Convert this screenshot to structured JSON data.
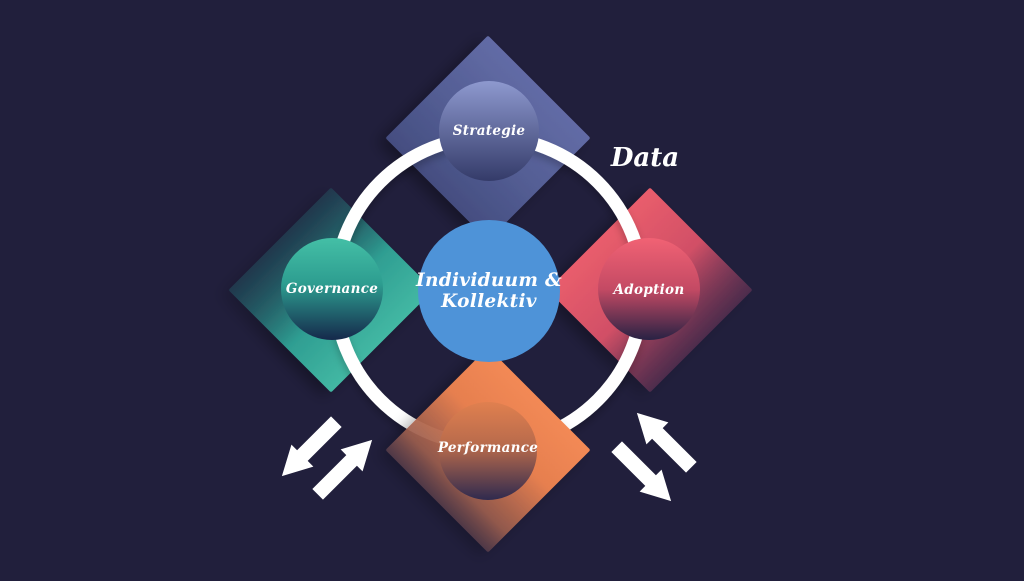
{
  "slide": {
    "background_color": "#211f3c",
    "ring_color": "#ffffff",
    "annotation": {
      "text": "Data",
      "color": "#ffffff"
    },
    "center_node": {
      "line1": "Individuum &",
      "line2": "Kollektiv",
      "color": "#4e93d8",
      "text_color": "#ffffff"
    },
    "nodes": [
      {
        "id": "strategie",
        "label": "Strategie",
        "diamond_color": "#5f69a1",
        "circle_top_color": "#8e99cf",
        "circle_bottom_color": "#343b69"
      },
      {
        "id": "governance",
        "label": "Governance",
        "diamond_color": "#4cc4ab",
        "circle_top_color": "#44bfa6",
        "circle_bottom_color": "#15294b"
      },
      {
        "id": "adoption",
        "label": "Adoption",
        "diamond_color": "#f2636f",
        "circle_top_color": "#f16274",
        "circle_bottom_color": "#282244"
      },
      {
        "id": "performance",
        "label": "Performance",
        "diamond_color": "#f98d57",
        "circle_top_color": "#e0804f",
        "circle_bottom_color": "#2f2a4e"
      }
    ],
    "icons": [
      {
        "name": "swap-arrows-left",
        "color": "#ffffff"
      },
      {
        "name": "swap-arrows-right",
        "color": "#ffffff"
      }
    ]
  }
}
